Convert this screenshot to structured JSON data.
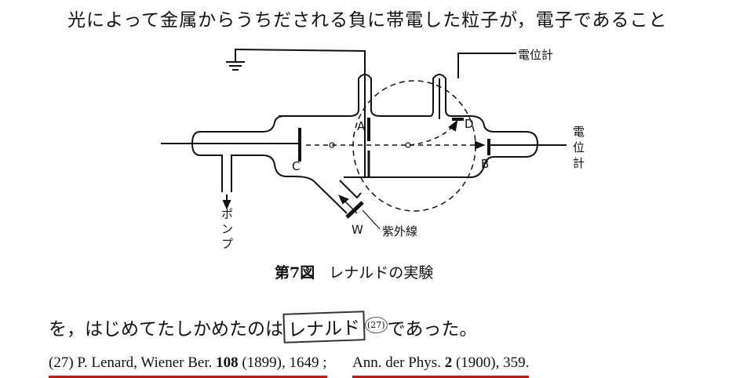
{
  "text": {
    "line1": "光によって金属からうちだされる負に帯電した粒子が，電子であること",
    "line2_before": "を，はじめてたしかめたのは",
    "line2_boxed": "レナルド",
    "line2_footnote": "(27)",
    "line2_after": "であった。",
    "ref_part1": "(27)  P. Lenard,  Wiener Ber. ",
    "ref_vol1": "108",
    "ref_part1b": " (1899), 1649 ;",
    "ref_part2": "Ann. der Phys. ",
    "ref_vol2": "2",
    "ref_part2b": " (1900), 359."
  },
  "figure": {
    "caption_num": "第7図",
    "caption_title": "レナルドの実験",
    "labels": {
      "A": "A",
      "B": "B",
      "C": "C",
      "D": "D",
      "W": "W",
      "uv": "紫外線",
      "pump": "ポンプ",
      "meter_top": "電位計",
      "meter_right": "電位計"
    }
  },
  "colors": {
    "underline": "#ff0000"
  }
}
